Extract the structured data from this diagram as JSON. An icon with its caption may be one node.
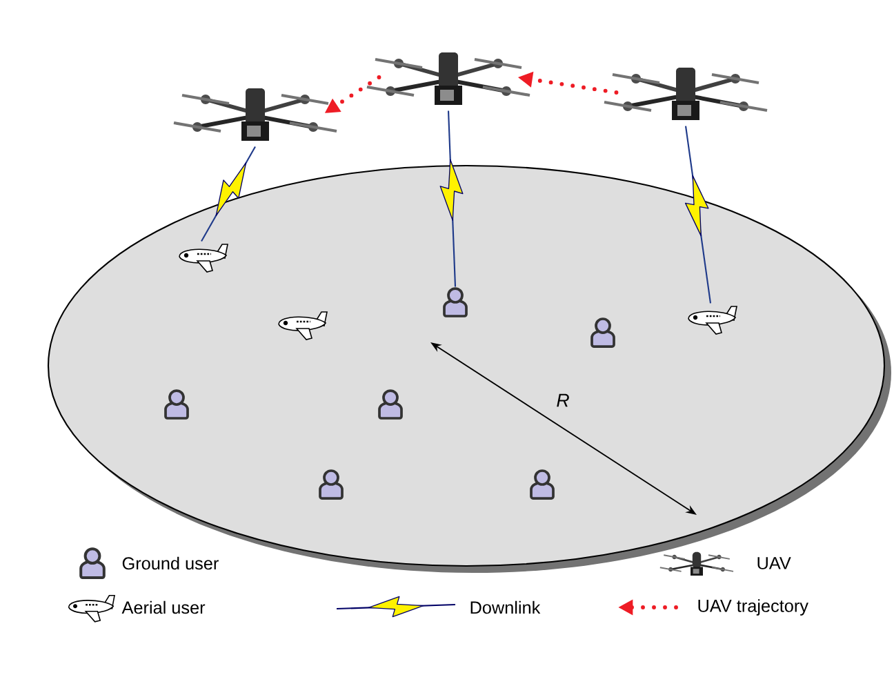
{
  "diagram": {
    "nodes": [
      {
        "text": [],
        "shape": "picture"
      },
      {
        "text": [],
        "shape": "picture"
      },
      {
        "text": [],
        "shape": "picture"
      },
      {
        "text": [],
        "shape": "person"
      },
      {
        "text": [],
        "shape": "person"
      },
      {
        "text": [],
        "shape": "person"
      },
      {
        "text": [],
        "shape": "person"
      },
      {
        "text": [],
        "shape": "person"
      },
      {
        "text": [],
        "shape": "person"
      },
      {
        "text": [],
        "shape": "picture"
      },
      {
        "text": [],
        "shape": "picture"
      },
      {
        "text": [],
        "shape": "picture"
      }
    ],
    "edges": [
      {
        "from": 0,
        "to": 9,
        "arrow": "none"
      },
      {
        "from": 1,
        "to": 3,
        "arrow": "none"
      },
      {
        "from": 2,
        "to": 11,
        "arrow": "none"
      },
      {
        "from": 2,
        "to": 1,
        "arrow": "to",
        "style": "dashed",
        "color": "#ee1c25"
      },
      {
        "from": 1,
        "to": 0,
        "arrow": "to",
        "style": "dashed",
        "color": "#ee1c25"
      }
    ],
    "labels": [
      "R"
    ],
    "legend": [
      {
        "text": "Ground user"
      },
      {
        "text": "UAV"
      },
      {
        "text": "Aerial user"
      },
      {
        "text": "Downlink"
      },
      {
        "text": "UAV trajectory"
      }
    ]
  }
}
